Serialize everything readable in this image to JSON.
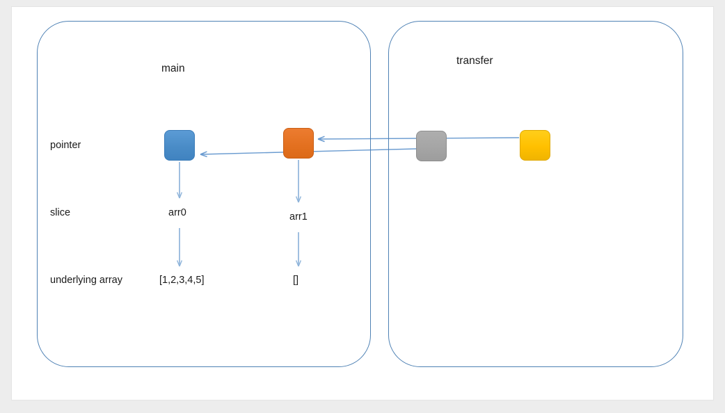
{
  "diagram": {
    "title_alt": "Go slice pointer transfer diagram",
    "frames": [
      {
        "name": "main",
        "label": "main"
      },
      {
        "name": "transfer",
        "label": "transfer"
      }
    ],
    "row_labels": [
      {
        "key": "pointer",
        "label": "pointer"
      },
      {
        "key": "slice",
        "label": "slice"
      },
      {
        "key": "underlying_array",
        "label": "underlying array"
      }
    ],
    "nodes": [
      {
        "key": "blue",
        "role": "main-pointer-arr0",
        "color": "#4a8cc7",
        "label": ""
      },
      {
        "key": "orange",
        "role": "main-pointer-arr1",
        "color": "#e3701f",
        "label": ""
      },
      {
        "key": "gray",
        "role": "transfer-pointer-param",
        "color": "#a5a5a5",
        "label": ""
      },
      {
        "key": "yellow",
        "role": "transfer-pointer-local",
        "color": "#ffc000",
        "label": ""
      }
    ],
    "slices": [
      {
        "key": "arr0",
        "label": "arr0",
        "underlying": "[1,2,3,4,5]"
      },
      {
        "key": "arr1",
        "label": "arr1",
        "underlying": "[]"
      }
    ],
    "colors": {
      "frame_border": "#4e81b4",
      "arrow": "#8fb4da",
      "arrow_dark": "#6a9bd0",
      "page_background": "#ededed",
      "card_background": "#ffffff",
      "text": "#1a1a1a"
    },
    "edges": [
      {
        "from": "blue",
        "to": "arr0",
        "direction": "down"
      },
      {
        "from": "arr0",
        "to": "[1,2,3,4,5]",
        "direction": "down"
      },
      {
        "from": "orange",
        "to": "arr1",
        "direction": "down"
      },
      {
        "from": "arr1",
        "to": "[]",
        "direction": "down"
      },
      {
        "from": "yellow",
        "to": "orange",
        "direction": "left"
      },
      {
        "from": "gray",
        "to": "blue",
        "direction": "left"
      }
    ]
  }
}
